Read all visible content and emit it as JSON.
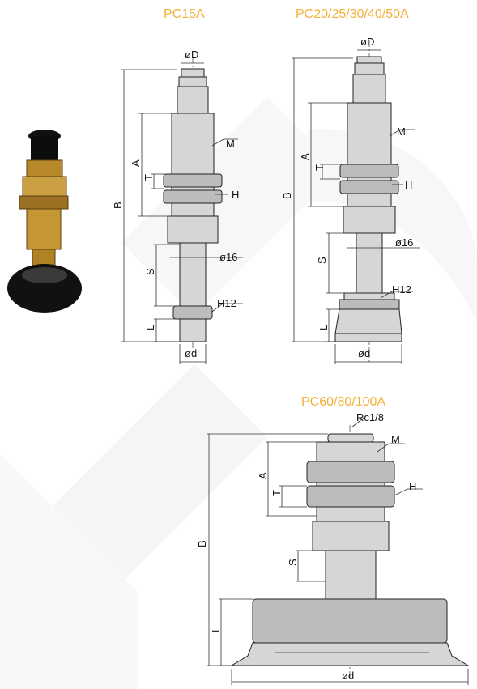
{
  "titles": {
    "pc15a": "PC15A",
    "pc20": "PC20/25/30/40/50A",
    "pc60": "PC60/80/100A"
  },
  "labels": {
    "od": "øD",
    "m": "M",
    "a": "A",
    "t": "T",
    "h": "H",
    "b": "B",
    "o16": "ø16",
    "s": "S",
    "h12": "H12",
    "l": "L",
    "odsmall": "ød",
    "rc": "Rc1/8"
  },
  "colors": {
    "title": "#f2b23a",
    "part": "#d6d6d6",
    "watermark": "#efefef"
  }
}
